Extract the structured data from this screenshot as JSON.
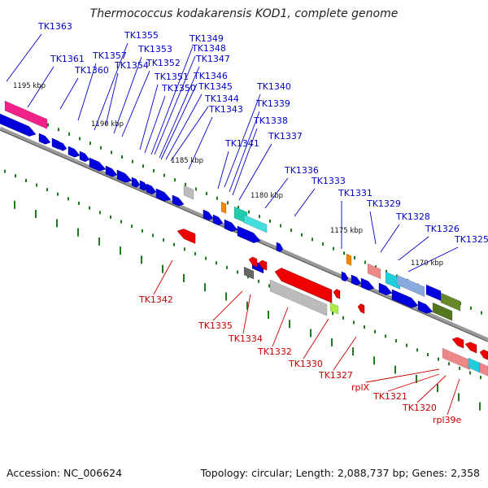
{
  "title": "Thermococcus kodakarensis KOD1, complete genome",
  "footer": {
    "accession": "Accession: NC_006624",
    "stats": "Topology: circular; Length: 2,088,737 bp; Genes: 2,358"
  },
  "colors": {
    "forward_label": "#0000cc",
    "reverse_label": "#cc0000",
    "forward_gene": "#0000dd",
    "reverse_gene": "#ee0000",
    "backbone": "#888888",
    "tick": "#1f7a1f"
  },
  "scale_labels": [
    "1195 kbp",
    "1190 kbp",
    "1185 kbp",
    "1180 kbp",
    "1175 kbp",
    "1170 kbp"
  ],
  "forward_labels": [
    "TK1363",
    "TK1361",
    "TK1360",
    "TK1357",
    "TK1355",
    "TK1354",
    "TK1353",
    "TK1352",
    "TK1351",
    "TK1350",
    "TK1349",
    "TK1348",
    "TK1347",
    "TK1346",
    "TK1345",
    "TK1344",
    "TK1343",
    "TK1341",
    "TK1340",
    "TK1339",
    "TK1338",
    "TK1337",
    "TK1336",
    "TK1333",
    "TK1331",
    "TK1329",
    "TK1328",
    "TK1326",
    "TK1325"
  ],
  "reverse_labels": [
    "TK1342",
    "TK1335",
    "TK1334",
    "TK1332",
    "TK1330",
    "TK1327",
    "rplX",
    "TK1321",
    "TK1320",
    "rpl39e"
  ]
}
